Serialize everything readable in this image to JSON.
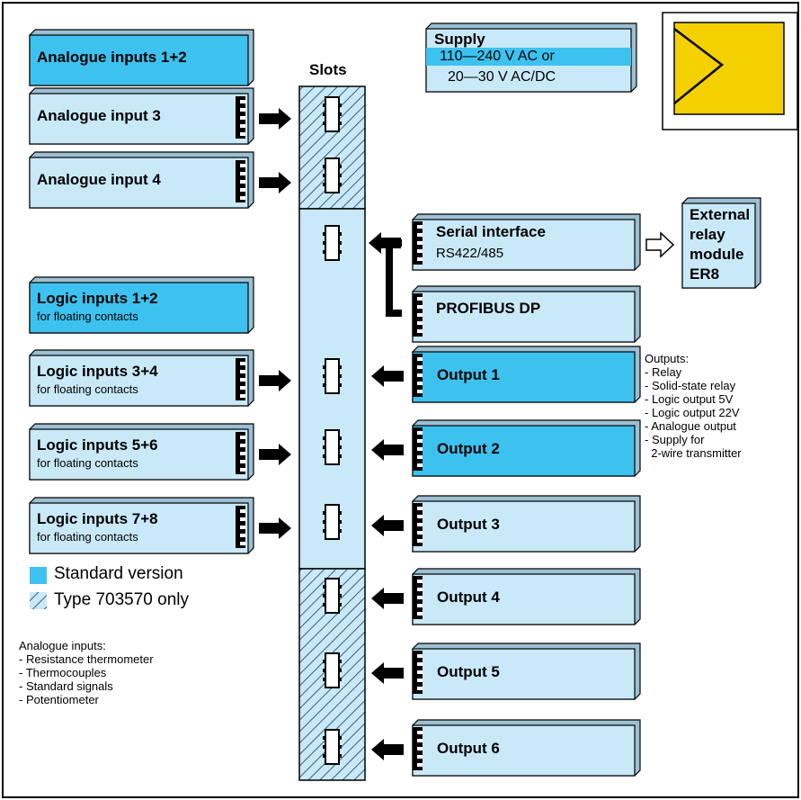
{
  "colors": {
    "light_module": "#c9e9f8",
    "standard_module": "#3dc2ef",
    "logo_fill": "#f5d000",
    "outline": "#000000"
  },
  "slots_title": "Slots",
  "supply": {
    "title": "Supply",
    "line1": "110—240 V AC or",
    "line2": "20—30 V AC/DC"
  },
  "inputs": [
    {
      "title": "Analogue inputs 1+2",
      "subtitle": "",
      "standard": true,
      "connector": false
    },
    {
      "title": "Analogue input 3",
      "subtitle": "",
      "standard": false,
      "connector": true
    },
    {
      "title": "Analogue input 4",
      "subtitle": "",
      "standard": false,
      "connector": true
    },
    {
      "title": "Logic inputs 1+2",
      "subtitle": "for floating contacts",
      "standard": true,
      "connector": false
    },
    {
      "title": "Logic inputs 3+4",
      "subtitle": "for floating contacts",
      "standard": false,
      "connector": true
    },
    {
      "title": "Logic inputs 5+6",
      "subtitle": "for floating contacts",
      "standard": false,
      "connector": true
    },
    {
      "title": "Logic inputs 7+8",
      "subtitle": "for floating contacts",
      "standard": false,
      "connector": true
    }
  ],
  "interface_modules": [
    {
      "title": "Serial interface",
      "subtitle": "RS422/485"
    },
    {
      "title": "PROFIBUS DP",
      "subtitle": ""
    }
  ],
  "outputs": [
    {
      "title": "Output 1",
      "standard": true
    },
    {
      "title": "Output 2",
      "standard": true
    },
    {
      "title": "Output 3",
      "standard": false
    },
    {
      "title": "Output 4",
      "standard": false
    },
    {
      "title": "Output 5",
      "standard": false
    },
    {
      "title": "Output 6",
      "standard": false
    }
  ],
  "external": {
    "lines": [
      "External",
      "relay",
      "module",
      "ER8"
    ]
  },
  "outputs_note": {
    "title": "Outputs:",
    "items": [
      "- Relay",
      "- Solid-state relay",
      "- Logic output 5V",
      "- Logic output 22V",
      "- Analogue output",
      "- Supply for",
      "  2-wire transmitter"
    ]
  },
  "legend": {
    "standard": "Standard version",
    "type_only": "Type 703570 only"
  },
  "analogue_note": {
    "title": "Analogue inputs:",
    "items": [
      "- Resistance thermometer",
      "- Thermocouples",
      "- Standard signals",
      "- Potentiometer"
    ]
  }
}
